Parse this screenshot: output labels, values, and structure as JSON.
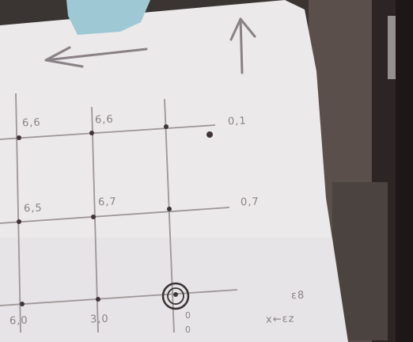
{
  "photo": {
    "labels": {
      "r1c1": "6,6",
      "r1c2": "6,6",
      "r1_right": "0,1",
      "r2c1": "6,5",
      "r2c2": "6,7",
      "r2_right": "0,7",
      "r3c1": "6,0",
      "r3c2": "3,0",
      "r3c3_a": "0",
      "r3c3_b": "0",
      "axis_y": "ε8",
      "axis_x": "x←εz"
    }
  }
}
